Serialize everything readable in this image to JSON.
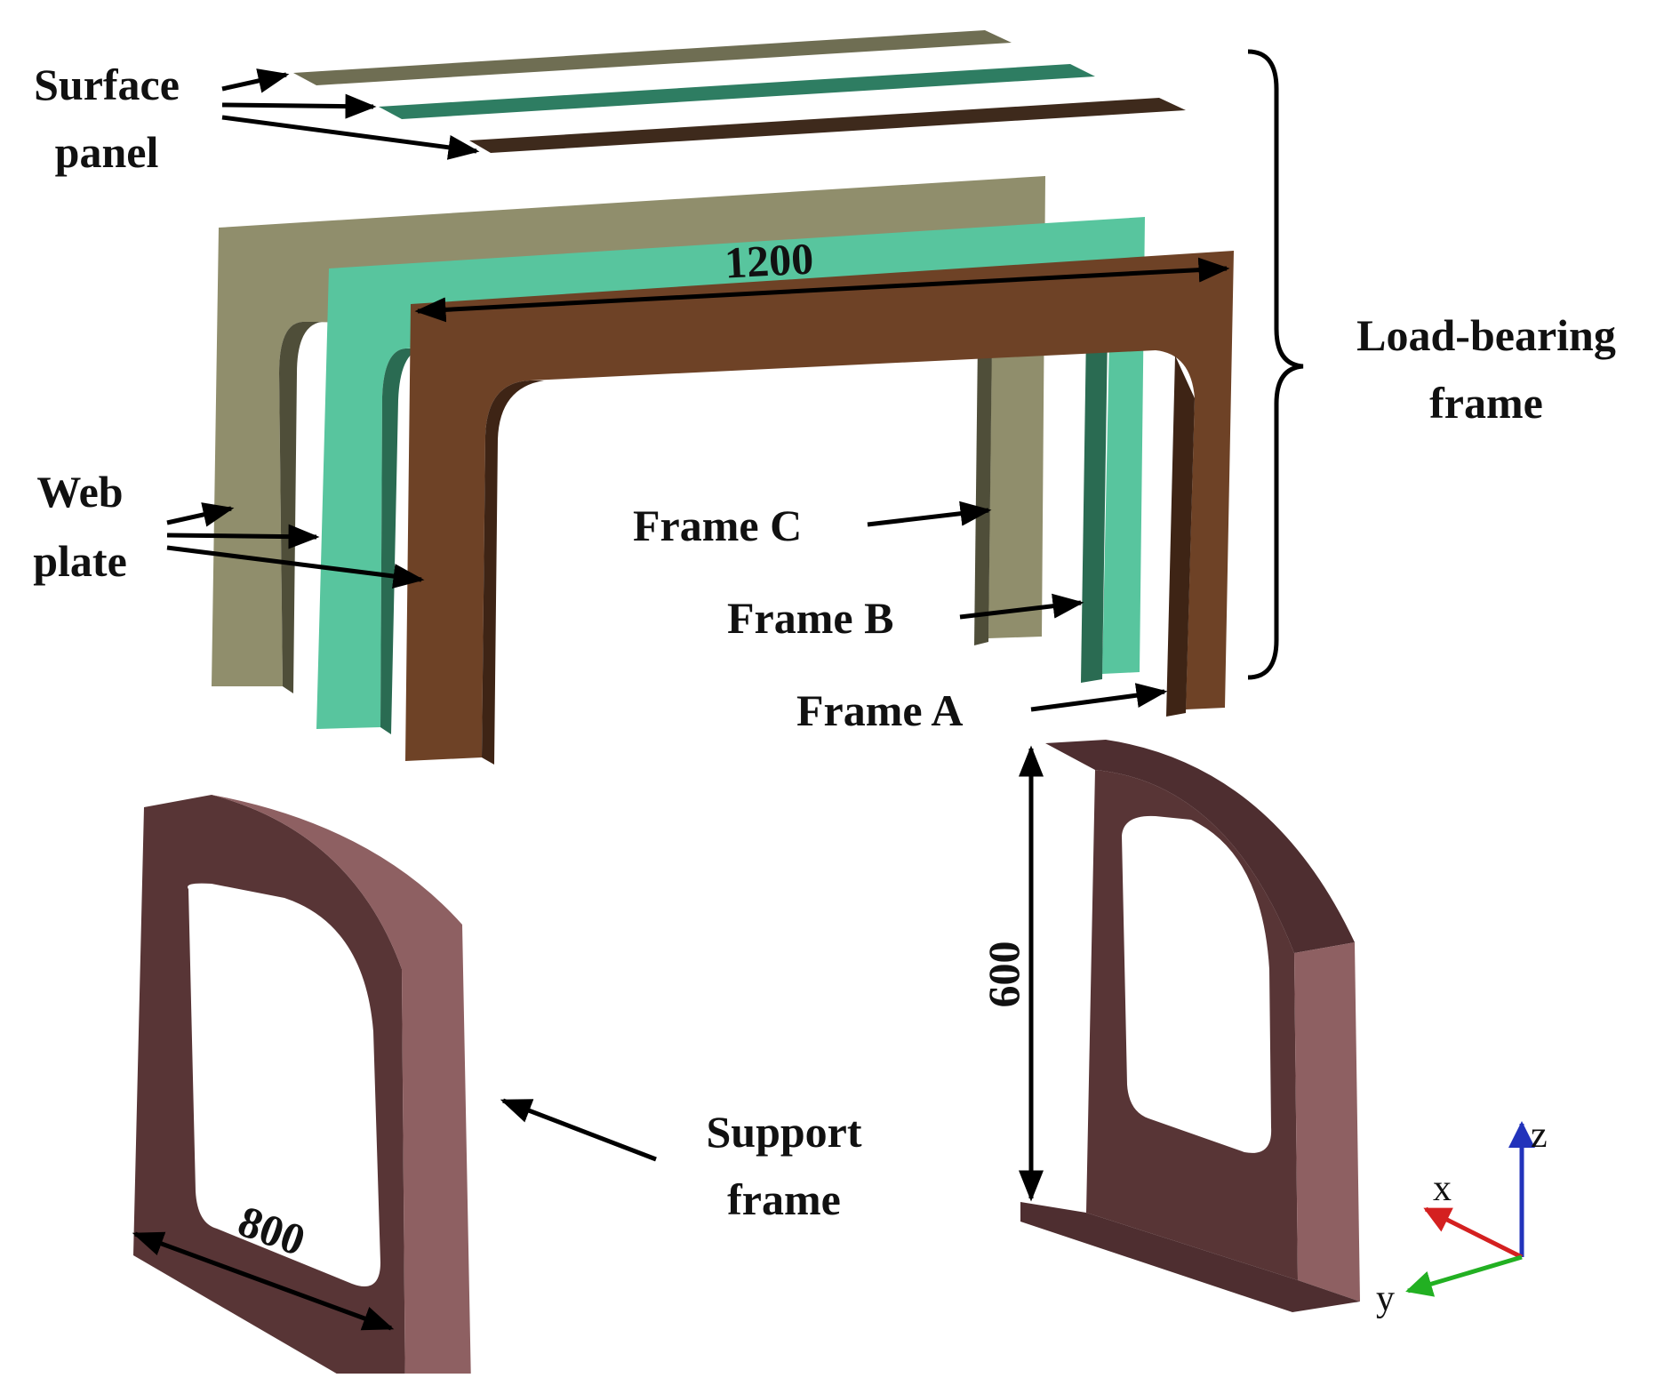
{
  "labels": {
    "surface_panel_line1": "Surface",
    "surface_panel_line2": "panel",
    "load_bearing_line1": "Load-bearing",
    "load_bearing_line2": "frame",
    "web_plate_line1": "Web",
    "web_plate_line2": "plate",
    "frame_c": "Frame C",
    "frame_b": "Frame B",
    "frame_a": "Frame A",
    "support_line1": "Support",
    "support_line2": "frame"
  },
  "dimensions": {
    "length": "1200",
    "height": "600",
    "width": "800"
  },
  "axes": {
    "z": "z",
    "x": "x",
    "y": "y"
  },
  "colors": {
    "frame_a": "#6e4226",
    "frame_b": "#58c59e",
    "frame_c": "#908e6c",
    "support": "#8a5a5c",
    "axis_x": "#d42020",
    "axis_y": "#22b022",
    "axis_z": "#2233bb"
  }
}
